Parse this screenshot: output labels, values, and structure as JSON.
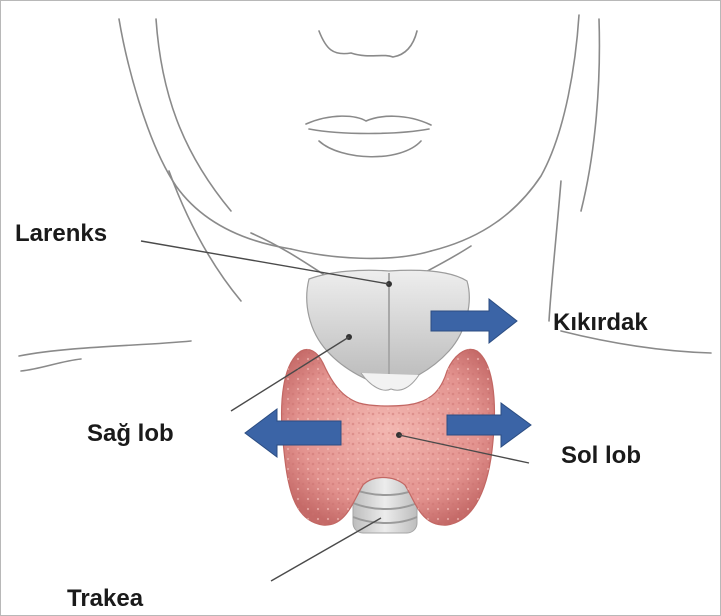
{
  "labels": {
    "larynx": "Larenks",
    "cartilage": "Kıkırdak",
    "right_lobe": "Sağ lob",
    "left_lobe": "Sol lob",
    "trachea": "Trakea"
  },
  "colors": {
    "outline": "#8a8a8a",
    "thyroid": "#e3938f",
    "thyroid_dark": "#c56a68",
    "cartilage": "#cfcfcf",
    "arrow": "#3b64a6",
    "leader_line": "#4a4a4a"
  }
}
